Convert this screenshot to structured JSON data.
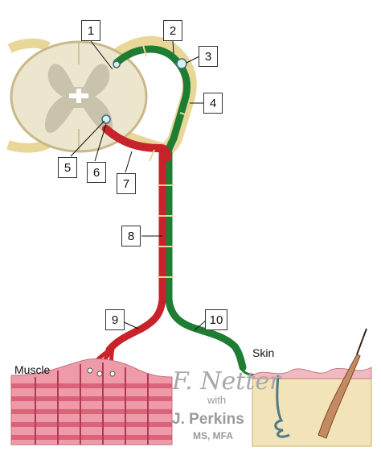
{
  "callouts": [
    "1",
    "2",
    "3",
    "4",
    "5",
    "6",
    "7",
    "8",
    "9",
    "10"
  ],
  "labels": {
    "muscle": "Muscle",
    "skin": "Skin"
  },
  "credit": {
    "with": "with",
    "author": "J. Perkins",
    "degrees": "MS, MFA"
  },
  "colors": {
    "motor_red": "#c8232b",
    "sensory_green": "#1e7d32",
    "spinal_cord": "#ece6cf",
    "gray_matter": "#c9c3ac",
    "root_sheath": "#e9d79a",
    "muscle_pink": "#ef9aa8",
    "skin_tan": "#f3e3b8",
    "skin_pink": "#f1b9c0"
  }
}
